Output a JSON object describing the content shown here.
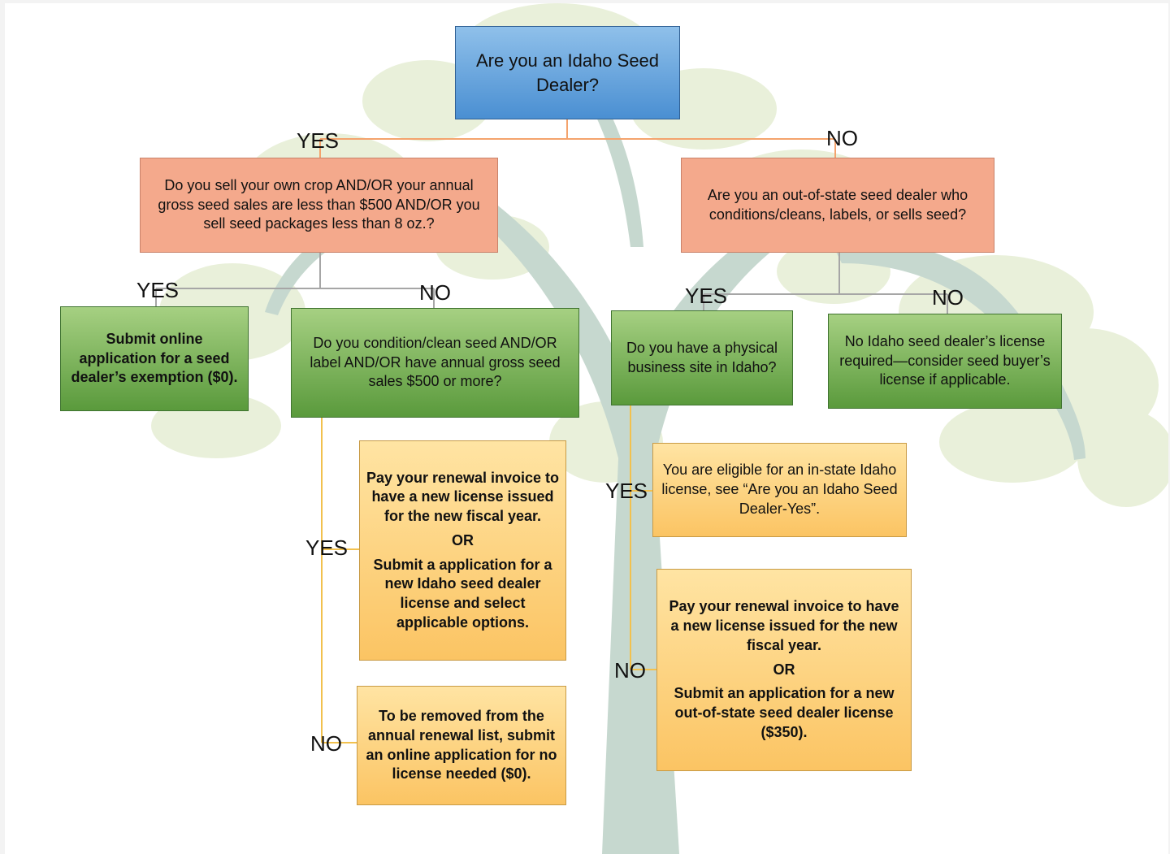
{
  "flowchart": {
    "start": "Are you an Idaho Seed Dealer?",
    "yes_branch": {
      "label": "YES",
      "question": "Do you sell your own crop AND/OR your annual gross seed sales are less than $500 AND/OR you sell seed packages less than 8 oz.?",
      "yes_label": "YES",
      "exemption": "Submit online application for a seed dealer’s exemption ($0).",
      "no_label": "NO",
      "sub_question": "Do you condition/clean seed AND/OR label AND/OR have annual gross seed sales $500 or more?",
      "sub_yes_label": "YES",
      "renewal_box": {
        "part1": "Pay your renewal invoice to have a new license issued for the new fiscal year.",
        "or": "OR",
        "part2": "Submit a application for a new Idaho seed dealer license and select applicable options."
      },
      "sub_no_label": "NO",
      "removal_box": "To be removed from the annual renewal list, submit an online application for no license needed ($0)."
    },
    "no_branch": {
      "label": "NO",
      "question": "Are you an out-of-state seed dealer who conditions/cleans, labels, or sells seed?",
      "yes_label": "YES",
      "site_question": "Do you have a physical business site in Idaho?",
      "no_label": "NO",
      "no_license": "No Idaho seed dealer’s license required—consider seed buyer’s license if applicable.",
      "site_yes_label": "YES",
      "instate_box": "You are eligible for an in-state Idaho license, see “Are you an Idaho Seed Dealer-Yes”.",
      "site_no_label": "NO",
      "outstate_box": {
        "part1": "Pay your renewal invoice to have a new license issued for the new fiscal year.",
        "or": "OR",
        "part2": "Submit an application for a new out-of-state seed dealer license ($350)."
      }
    }
  },
  "colors": {
    "start": "#5b9bd5",
    "question": "#f4a98c",
    "green_box": "#70ad47",
    "orange_box": "#fcd27e",
    "connector_orange": "#f4a36d",
    "connector_gray": "#a6a6a6",
    "connector_yellow": "#f2c14e",
    "tree_trunk": "#c3d6cc",
    "tree_leaves": "#e8efd8"
  }
}
